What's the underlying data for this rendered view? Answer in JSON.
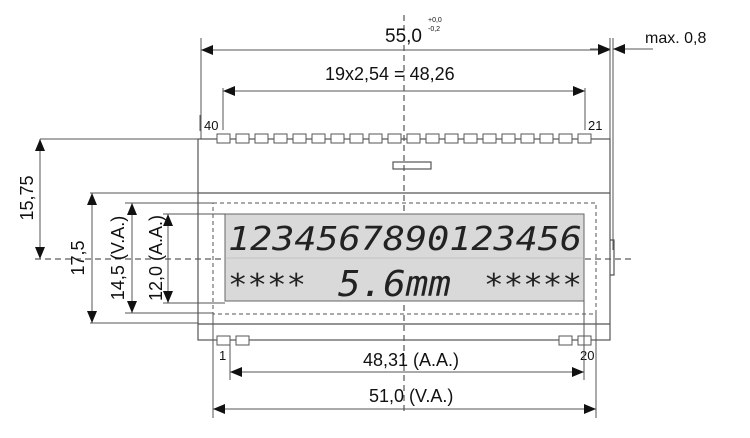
{
  "drawing": {
    "title": "LCD module dimension drawing",
    "colors": {
      "line": "#555555",
      "text": "#111111",
      "lcd_background": "#d9d9d9",
      "lcd_text": "#222222"
    },
    "dimensions": {
      "overall_width": "55,0",
      "overall_width_tol_upper": "+0,0",
      "overall_width_tol_lower": "-0,2",
      "pin_pitch": "19x2,54 = 48,26",
      "max_thickness": "max. 0,8",
      "height_to_center": "15,75",
      "height_total": "17,5",
      "viewing_area_height": "14,5 (V.A.)",
      "active_area_height": "12,0 (A.A.)",
      "active_area_width": "48,31 (A.A.)",
      "viewing_area_width": "51,0 (V.A.)"
    },
    "pins": {
      "top_left_label": "40",
      "top_right_label": "21",
      "bottom_left_label": "1",
      "bottom_right_label": "20",
      "top_count": 20
    },
    "lcd_lines": {
      "line1": "1234567890123456",
      "line2_left": "****",
      "line2_center": "5.6mm",
      "line2_right": "*****"
    }
  }
}
